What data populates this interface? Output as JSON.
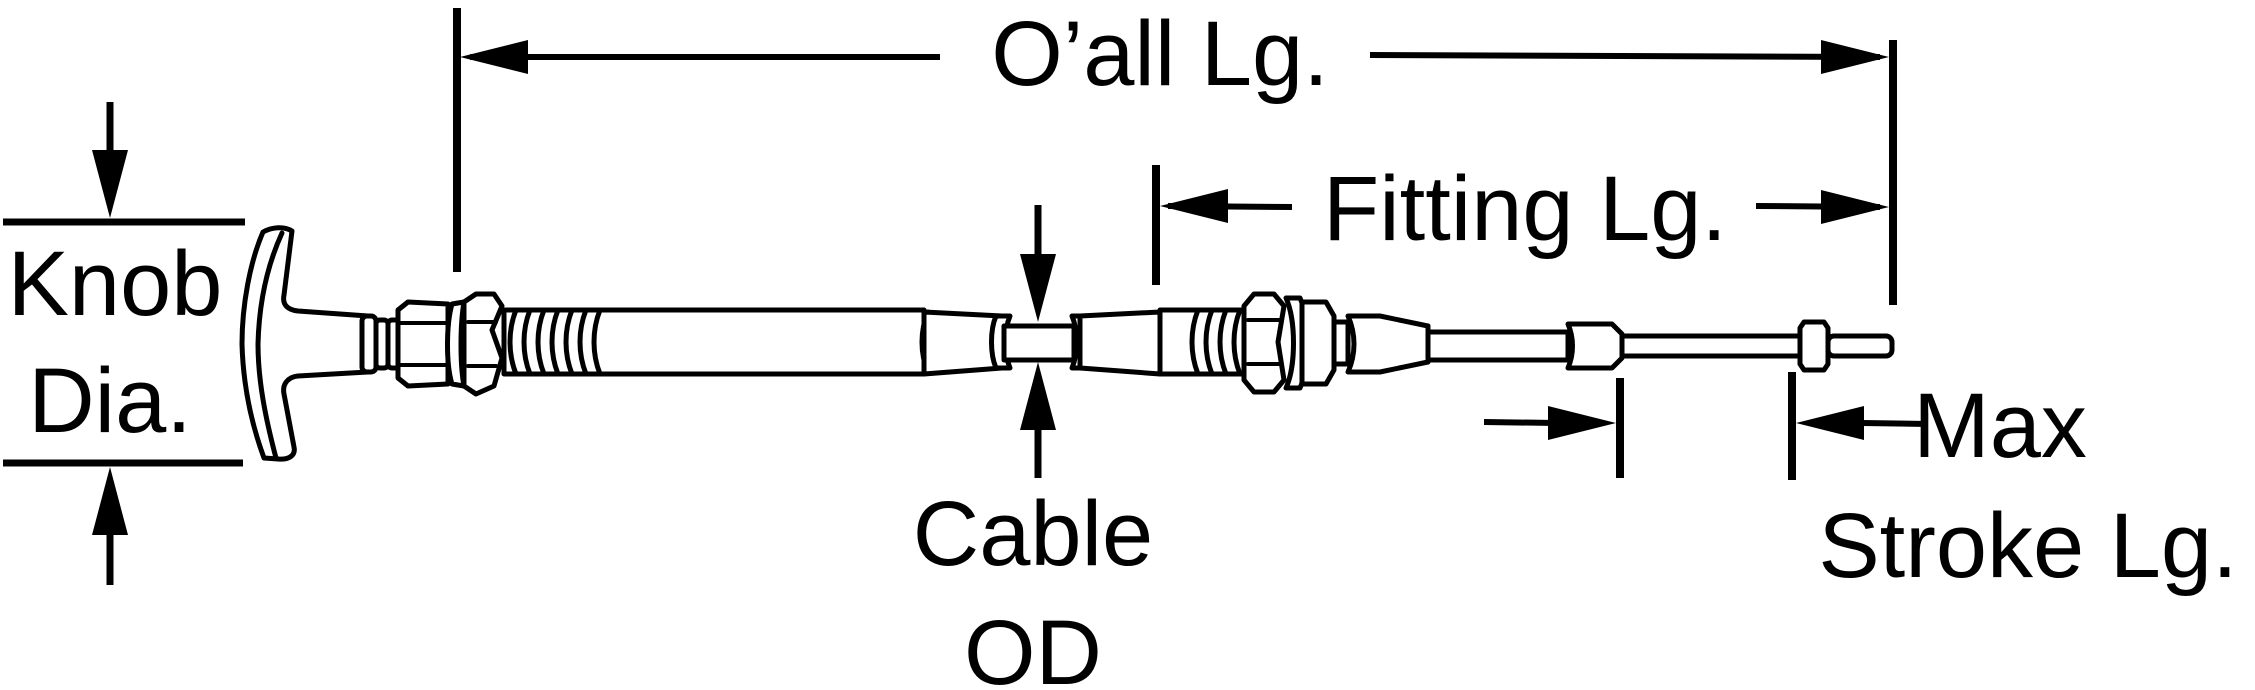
{
  "labels": {
    "overall_length": "O’all Lg.",
    "fitting_length": "Fitting Lg.",
    "knob_line1": "Knob",
    "knob_line2": "Dia.",
    "cable_line1": "Cable",
    "cable_line2": "OD",
    "stroke_line1": "Max",
    "stroke_line2": "Stroke Lg."
  },
  "colors": {
    "ink": "#000000",
    "background": "#ffffff"
  }
}
